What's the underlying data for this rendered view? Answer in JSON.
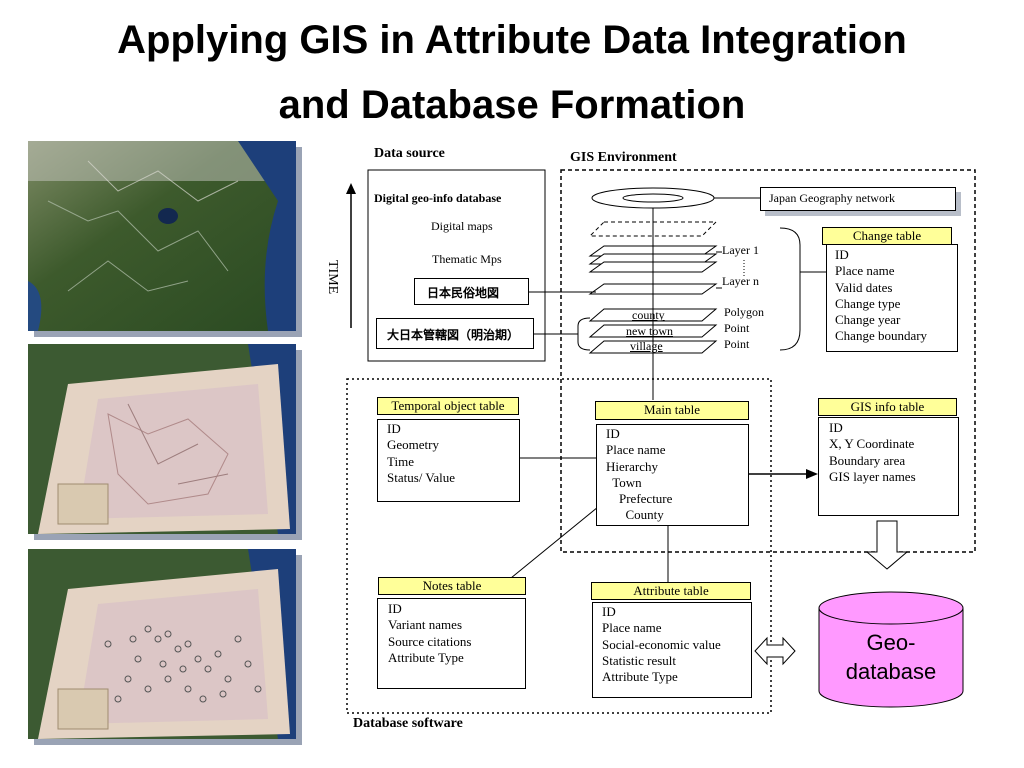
{
  "title": {
    "line1": "Applying GIS in Attribute Data Integration",
    "line2": "and Database Formation"
  },
  "diagram": {
    "data_source_label": "Data source",
    "gis_env_label": "GIS Environment",
    "time_label": "TIME",
    "digital_geo_db": "Digital geo-info database",
    "digital_maps": "Digital maps",
    "thematic_maps": "Thematic Mps",
    "jp_map1": "日本民俗地図",
    "jp_map2": "大日本管轄図（明治期）",
    "japan_geo_network": "Japan Geography network",
    "layer_1": "Layer 1",
    "layer_n": "Layer n",
    "county": "county",
    "new_town": "new town",
    "village": "village",
    "polygon": "Polygon",
    "point1": "Point",
    "point2": "Point",
    "change_table": {
      "header": "Change table",
      "fields": [
        "ID",
        "Place name",
        "Valid dates",
        "Change type",
        "Change year",
        "Change boundary"
      ]
    },
    "temporal_table": {
      "header": "Temporal object table",
      "fields": [
        "ID",
        "Geometry",
        "Time",
        "Status/ Value"
      ]
    },
    "main_table": {
      "header": "Main table",
      "fields": [
        "ID",
        "Place name",
        "Hierarchy",
        "  Town",
        "    Prefecture",
        "      County"
      ]
    },
    "gis_info_table": {
      "header": "GIS info table",
      "fields": [
        "ID",
        "X, Y Coordinate",
        "Boundary area",
        "GIS layer names"
      ]
    },
    "notes_table": {
      "header": "Notes table",
      "fields": [
        "ID",
        "Variant names",
        "Source citations",
        "Attribute Type"
      ]
    },
    "attribute_table": {
      "header": "Attribute table",
      "fields": [
        "ID",
        "Place name",
        "Social-economic value",
        "Statistic result",
        "Attribute Type"
      ]
    },
    "geo_database": {
      "line1": "Geo-",
      "line2": "database"
    },
    "database_software_label": "Database software"
  },
  "colors": {
    "header_fill": "#ffff99",
    "geodatabase_fill": "#ff99ff",
    "photo_shadow": "#9aa3b5"
  }
}
